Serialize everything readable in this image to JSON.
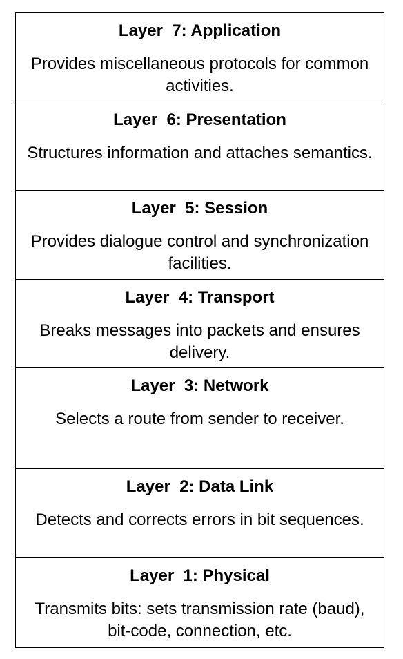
{
  "layers": [
    {
      "title": "Layer  7: Application",
      "description": "Provides miscellaneous protocols for common activities."
    },
    {
      "title": "Layer  6: Presentation",
      "description": "Structures information and attaches semantics."
    },
    {
      "title": "Layer  5: Session",
      "description": "Provides dialogue control and synchronization facilities."
    },
    {
      "title": "Layer  4: Transport",
      "description": "Breaks messages into packets and ensures delivery."
    },
    {
      "title": "Layer  3: Network",
      "description": "Selects a route from sender to receiver."
    },
    {
      "title": "Layer  2: Data Link",
      "description": "Detects and corrects errors in bit sequences."
    },
    {
      "title": "Layer  1: Physical",
      "description": "Transmits bits: sets transmission rate (baud), bit-code, connection, etc."
    }
  ]
}
